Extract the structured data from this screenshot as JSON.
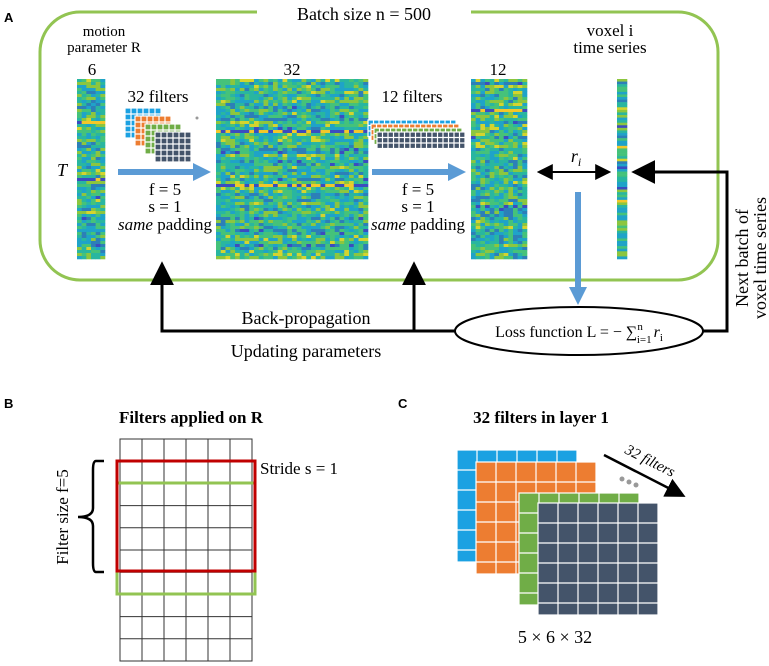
{
  "panels": {
    "a": {
      "letter": "A"
    },
    "b": {
      "letter": "B"
    },
    "c": {
      "letter": "C"
    }
  },
  "panel_a": {
    "batch_label": "Batch size n = 500",
    "motion_label_1": "motion",
    "motion_label_2": "parameter R",
    "voxel_label_1": "voxel i",
    "voxel_label_2": "time series",
    "dim_6": "6",
    "dim_32": "32",
    "dim_12": "12",
    "t_label": "T",
    "filters_32": "32 filters",
    "filters_12": "12 filters",
    "conv1": {
      "f": "f = 5",
      "s": "s = 1",
      "pad_italic": "same",
      "pad_rest": " padding"
    },
    "conv2": {
      "f": "f = 5",
      "s": "s = 1",
      "pad_italic": "same",
      "pad_rest": " padding"
    },
    "r_i": "r",
    "r_sub": "i",
    "loss_label": "Loss function L = − ∑",
    "loss_sup": "n",
    "loss_sub": "i=1",
    "loss_tail": "r",
    "loss_tail_sub": "i",
    "backprop": "Back-propagation",
    "updating": "Updating parameters",
    "next_batch_1": "Next batch of",
    "next_batch_2": "voxel time series"
  },
  "panel_b": {
    "title": "Filters applied on R",
    "stride": "Stride s = 1",
    "filter_size": "Filter size f=5"
  },
  "panel_c": {
    "title": "32 filters in layer 1",
    "arrow_label": "32 filters",
    "dims": "5 × 6 × 32"
  },
  "colors": {
    "batch_box": "#92c452",
    "arrow_blue": "#5b9bd5",
    "filter_blue": "#1ba1e2",
    "filter_orange": "#ed7d31",
    "filter_green": "#70ad47",
    "filter_navy": "#44546a",
    "grid_red": "#c00000",
    "grid_green": "#92c452"
  }
}
